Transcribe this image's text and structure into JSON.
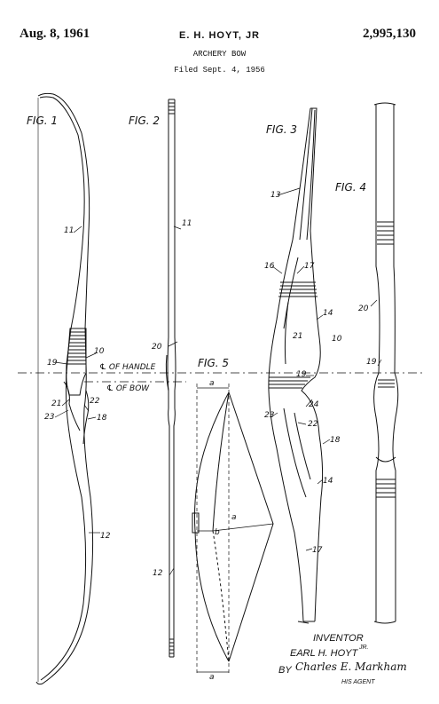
{
  "header": {
    "date": "Aug. 8, 1961",
    "inventor": "E. H. HOYT, JR",
    "patent_number": "2,995,130",
    "title": "ARCHERY BOW",
    "filed": "Filed Sept. 4, 1956"
  },
  "figures": {
    "fig1": "FIG. 1",
    "fig2": "FIG. 2",
    "fig3": "FIG. 3",
    "fig4": "FIG. 4",
    "fig5": "FIG. 5"
  },
  "labels": {
    "cl_handle": "℄ OF HANDLE",
    "cl_bow": "℄ OF BOW",
    "a": "a",
    "b": "b",
    "n10": "10",
    "n11": "11",
    "n12": "12",
    "n13": "13",
    "n14": "14",
    "n16": "16",
    "n17": "17",
    "n18": "18",
    "n19": "19",
    "n20": "20",
    "n21": "21",
    "n22": "22",
    "n23": "23",
    "n24": "24"
  },
  "signature": {
    "heading": "INVENTOR",
    "name": "EARL H. HOYT",
    "suffix": "JR.",
    "by": "BY",
    "agent_name": "Charles E. Markham",
    "agent_title": "HIS AGENT"
  }
}
